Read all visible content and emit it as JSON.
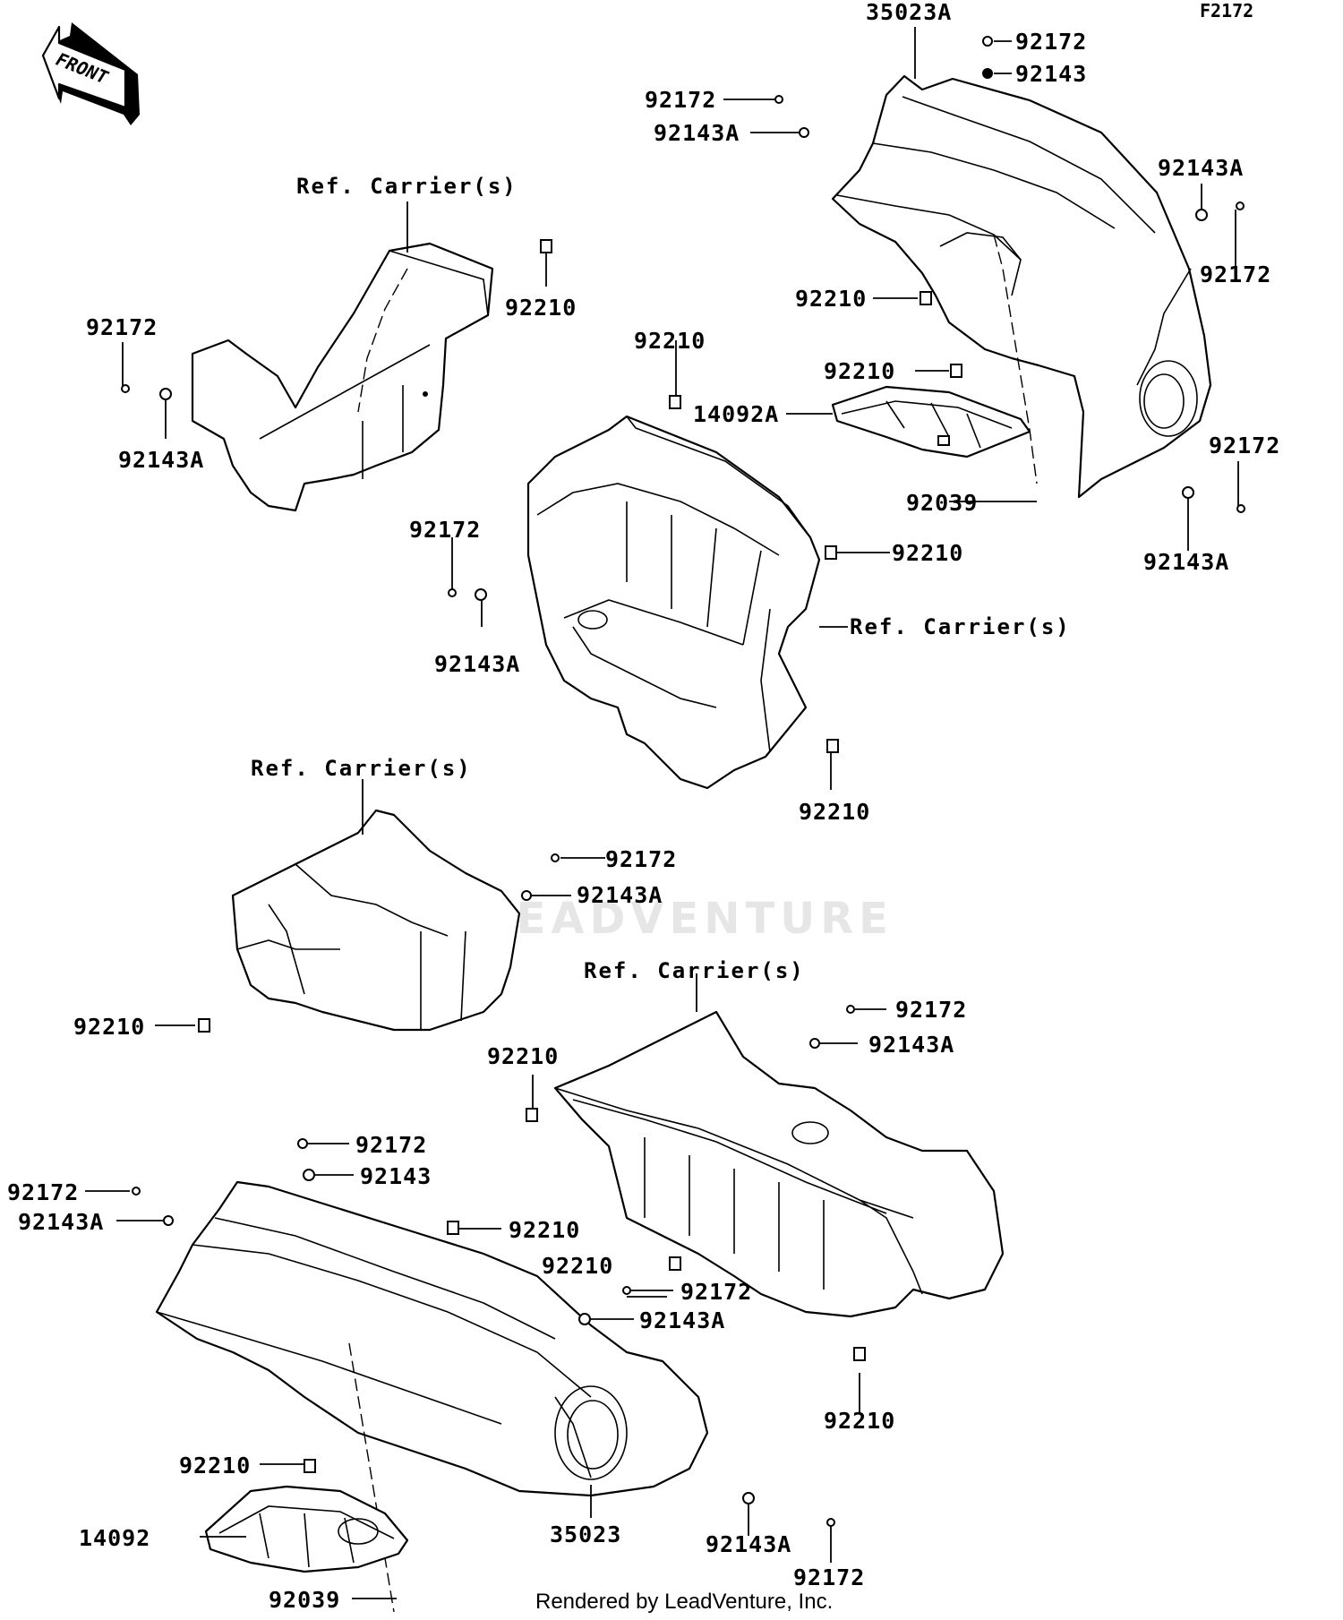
{
  "figure_code": "F2172",
  "front_label": "FRONT",
  "watermark": "LEADVENTURE",
  "footer": "Rendered by LeadVenture, Inc.",
  "labels": {
    "p35023a": "35023A",
    "p35023": "35023",
    "p14092a": "14092A",
    "p14092": "14092",
    "p92039": "92039",
    "p92172": "92172",
    "p92143": "92143",
    "p92143a": "92143A",
    "p92210": "92210",
    "ref_carrier": "Ref. Carrier(s)"
  }
}
